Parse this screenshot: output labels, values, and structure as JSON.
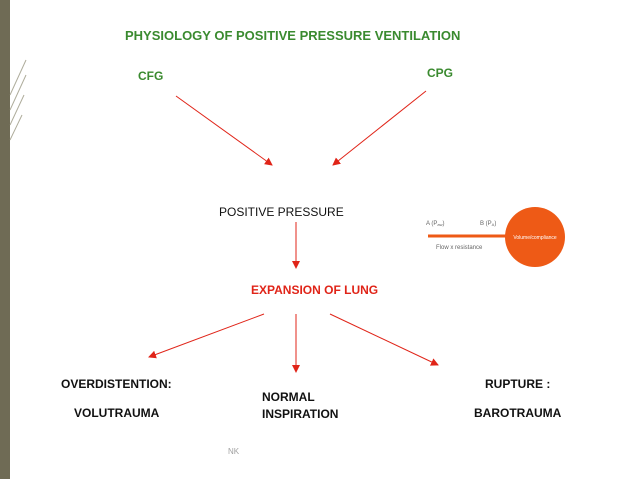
{
  "slide": {
    "title": "PHYSIOLOGY OF POSITIVE PRESSURE VENTILATION",
    "footer": "NK"
  },
  "nodes": {
    "cfg": "CFG",
    "cpg": "CPG",
    "positive_pressure": "POSITIVE PRESSURE",
    "expansion": "EXPANSION OF LUNG",
    "overdistention": "OVERDISTENTION:",
    "volutrauma": "VOLUTRAUMA",
    "normal_line1": "NORMAL",
    "normal_line2": "INSPIRATION",
    "rupture": "RUPTURE  :",
    "barotrauma": "BAROTRAUMA"
  },
  "inset_figure": {
    "label_a": "A (P",
    "label_a_sub": "aw",
    "label_b": "B (P",
    "label_b_sub": "A",
    "flow_text": "Flow x resistance",
    "circle_text": "Volume/compliance"
  },
  "colors": {
    "title_green": "#3a8a2f",
    "arrow_red": "#e02418",
    "sidebar": "#6f6b55",
    "circle_orange": "#ee5a16"
  }
}
